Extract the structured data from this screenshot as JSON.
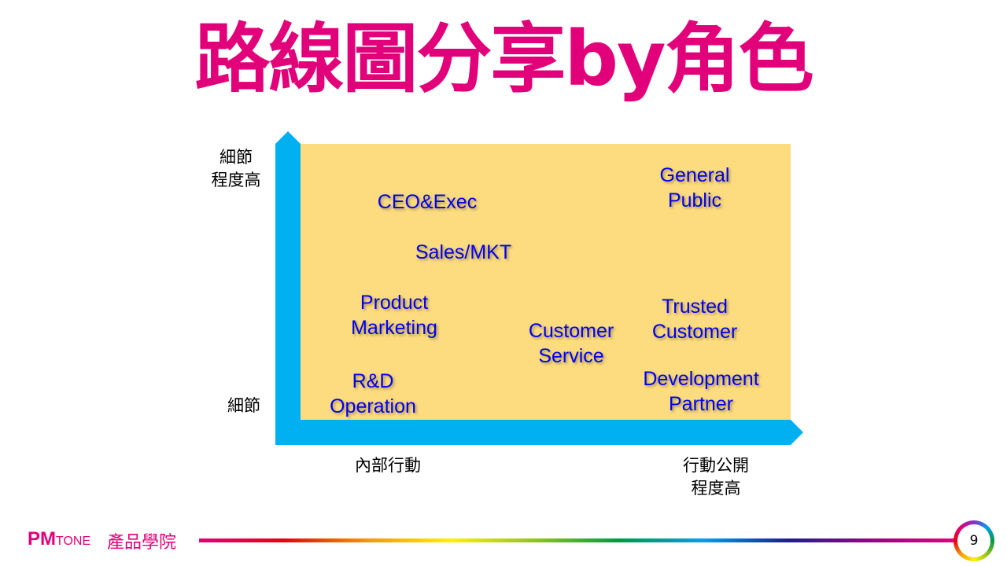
{
  "title": "路線圖分享by角色",
  "axes": {
    "y_high": "細節\n程度高",
    "y_low": "細節",
    "x_low": "內部行動",
    "x_high": "行動公開\n程度高"
  },
  "roles": {
    "ceo": "CEO&Exec",
    "sales": "Sales/MKT",
    "product_marketing": "Product\nMarketing",
    "rnd": "R&D\nOperation",
    "customer_service": "Customer\nService",
    "general_public": "General\nPublic",
    "trusted_customer": "Trusted\nCustomer",
    "dev_partner": "Development\nPartner"
  },
  "footer": {
    "logo_pm": "PM",
    "logo_tone": "TONE",
    "school": "產品學院",
    "page_number": "9"
  },
  "colors": {
    "title": "#E2007A",
    "area": "#FDDC80",
    "axis": "#00B0F0",
    "label": "#0000EE"
  }
}
